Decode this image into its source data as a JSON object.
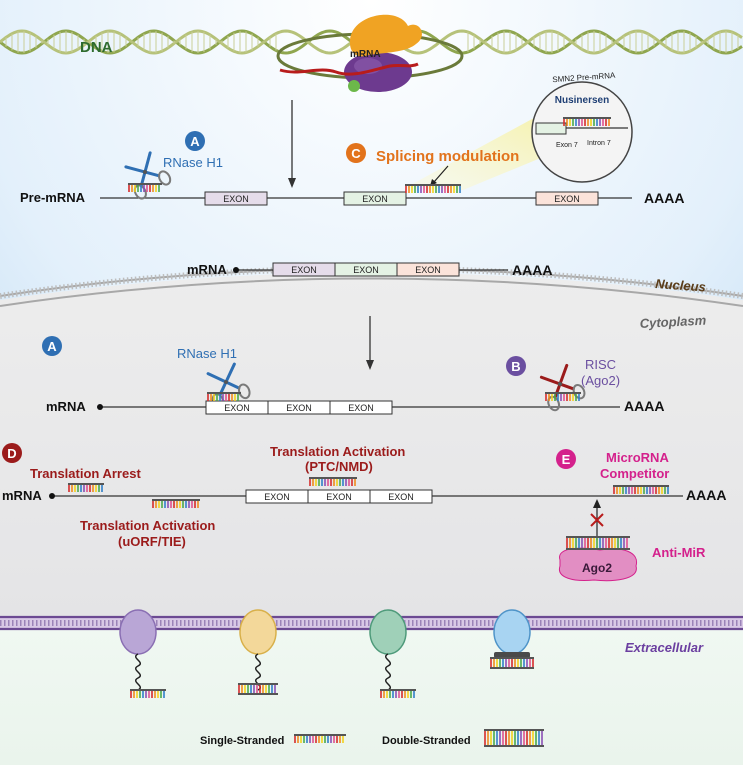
{
  "colors": {
    "blue": "#2f6fb3",
    "red": "#9b1b1b",
    "orange": "#e2731c",
    "purple": "#6b4fa0",
    "magenta": "#d4218c",
    "green_dna": "#2e6b2e",
    "region_label": "#5a3d1a",
    "extracellular": "#6b3fa0"
  },
  "labels": {
    "dna": "DNA",
    "mrna_small": "mRNA",
    "pre_mrna": "Pre-mRNA",
    "mrna": "mRNA",
    "aaaa": "AAAA",
    "exon": "EXON",
    "nucleus": "Nucleus",
    "cytoplasm": "Cytoplasm",
    "extracellular": "Extracellular",
    "rnase_h1": "RNase H1",
    "splicing_modulation": "Splicing modulation",
    "smn2_pre_mrna": "SMN2 Pre-mRNA",
    "nusinersen": "Nusinersen",
    "exon7": "Exon 7",
    "intron7": "Intron 7",
    "risc_line1": "RISC",
    "risc_line2": "(Ago2)",
    "translation_arrest": "Translation Arrest",
    "translation_activation": "Translation Activation",
    "ptc_nmd": "(PTC/NMD)",
    "uorf_tie": "(uORF/TIE)",
    "microrna_line1": "MicroRNA",
    "microrna_line2": "Competitor",
    "anti_mir": "Anti-MiR",
    "ago2": "Ago2",
    "single_stranded": "Single-Stranded",
    "double_stranded": "Double-Stranded"
  },
  "badges": {
    "a": "A",
    "b": "B",
    "c": "C",
    "d": "D",
    "e": "E"
  }
}
